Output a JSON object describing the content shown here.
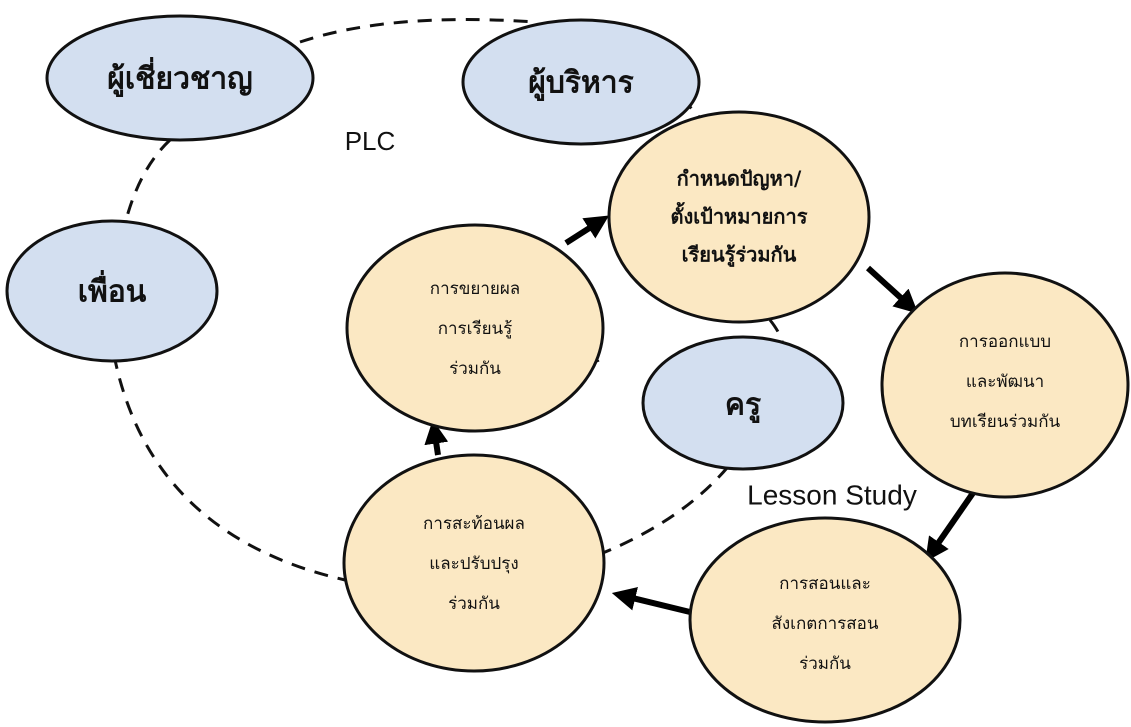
{
  "labels": {
    "plc": "PLC",
    "lesson_study": "Lesson Study"
  },
  "nodes": {
    "expert": {
      "text": "ผู้เชี่ยวชาญ",
      "color": "#d3dff0"
    },
    "admin": {
      "text": "ผู้บริหาร",
      "color": "#d3dff0"
    },
    "friend": {
      "text": "เพื่อน",
      "color": "#d3dff0"
    },
    "teacher": {
      "text": "ครู",
      "color": "#d3dff0"
    },
    "define": {
      "lines": [
        "กำหนดปัญหา/",
        "ตั้งเป้าหมายการ",
        "เรียนรู้ร่วมกัน"
      ],
      "color": "#fbe8c3"
    },
    "design": {
      "lines": [
        "การออกแบบ",
        "และพัฒนา",
        "บทเรียนร่วมกัน"
      ],
      "color": "#fbe8c3"
    },
    "teach": {
      "lines": [
        "การสอนและ",
        "สังเกตการสอน",
        "ร่วมกัน"
      ],
      "color": "#fbe8c3"
    },
    "reflect": {
      "lines": [
        "การสะท้อนผล",
        "และปรับปรุง",
        "ร่วมกัน"
      ],
      "color": "#fbe8c3"
    },
    "expand": {
      "lines": [
        "การขยายผล",
        "การเรียนรู้",
        "ร่วมกัน"
      ],
      "color": "#fbe8c3"
    }
  }
}
